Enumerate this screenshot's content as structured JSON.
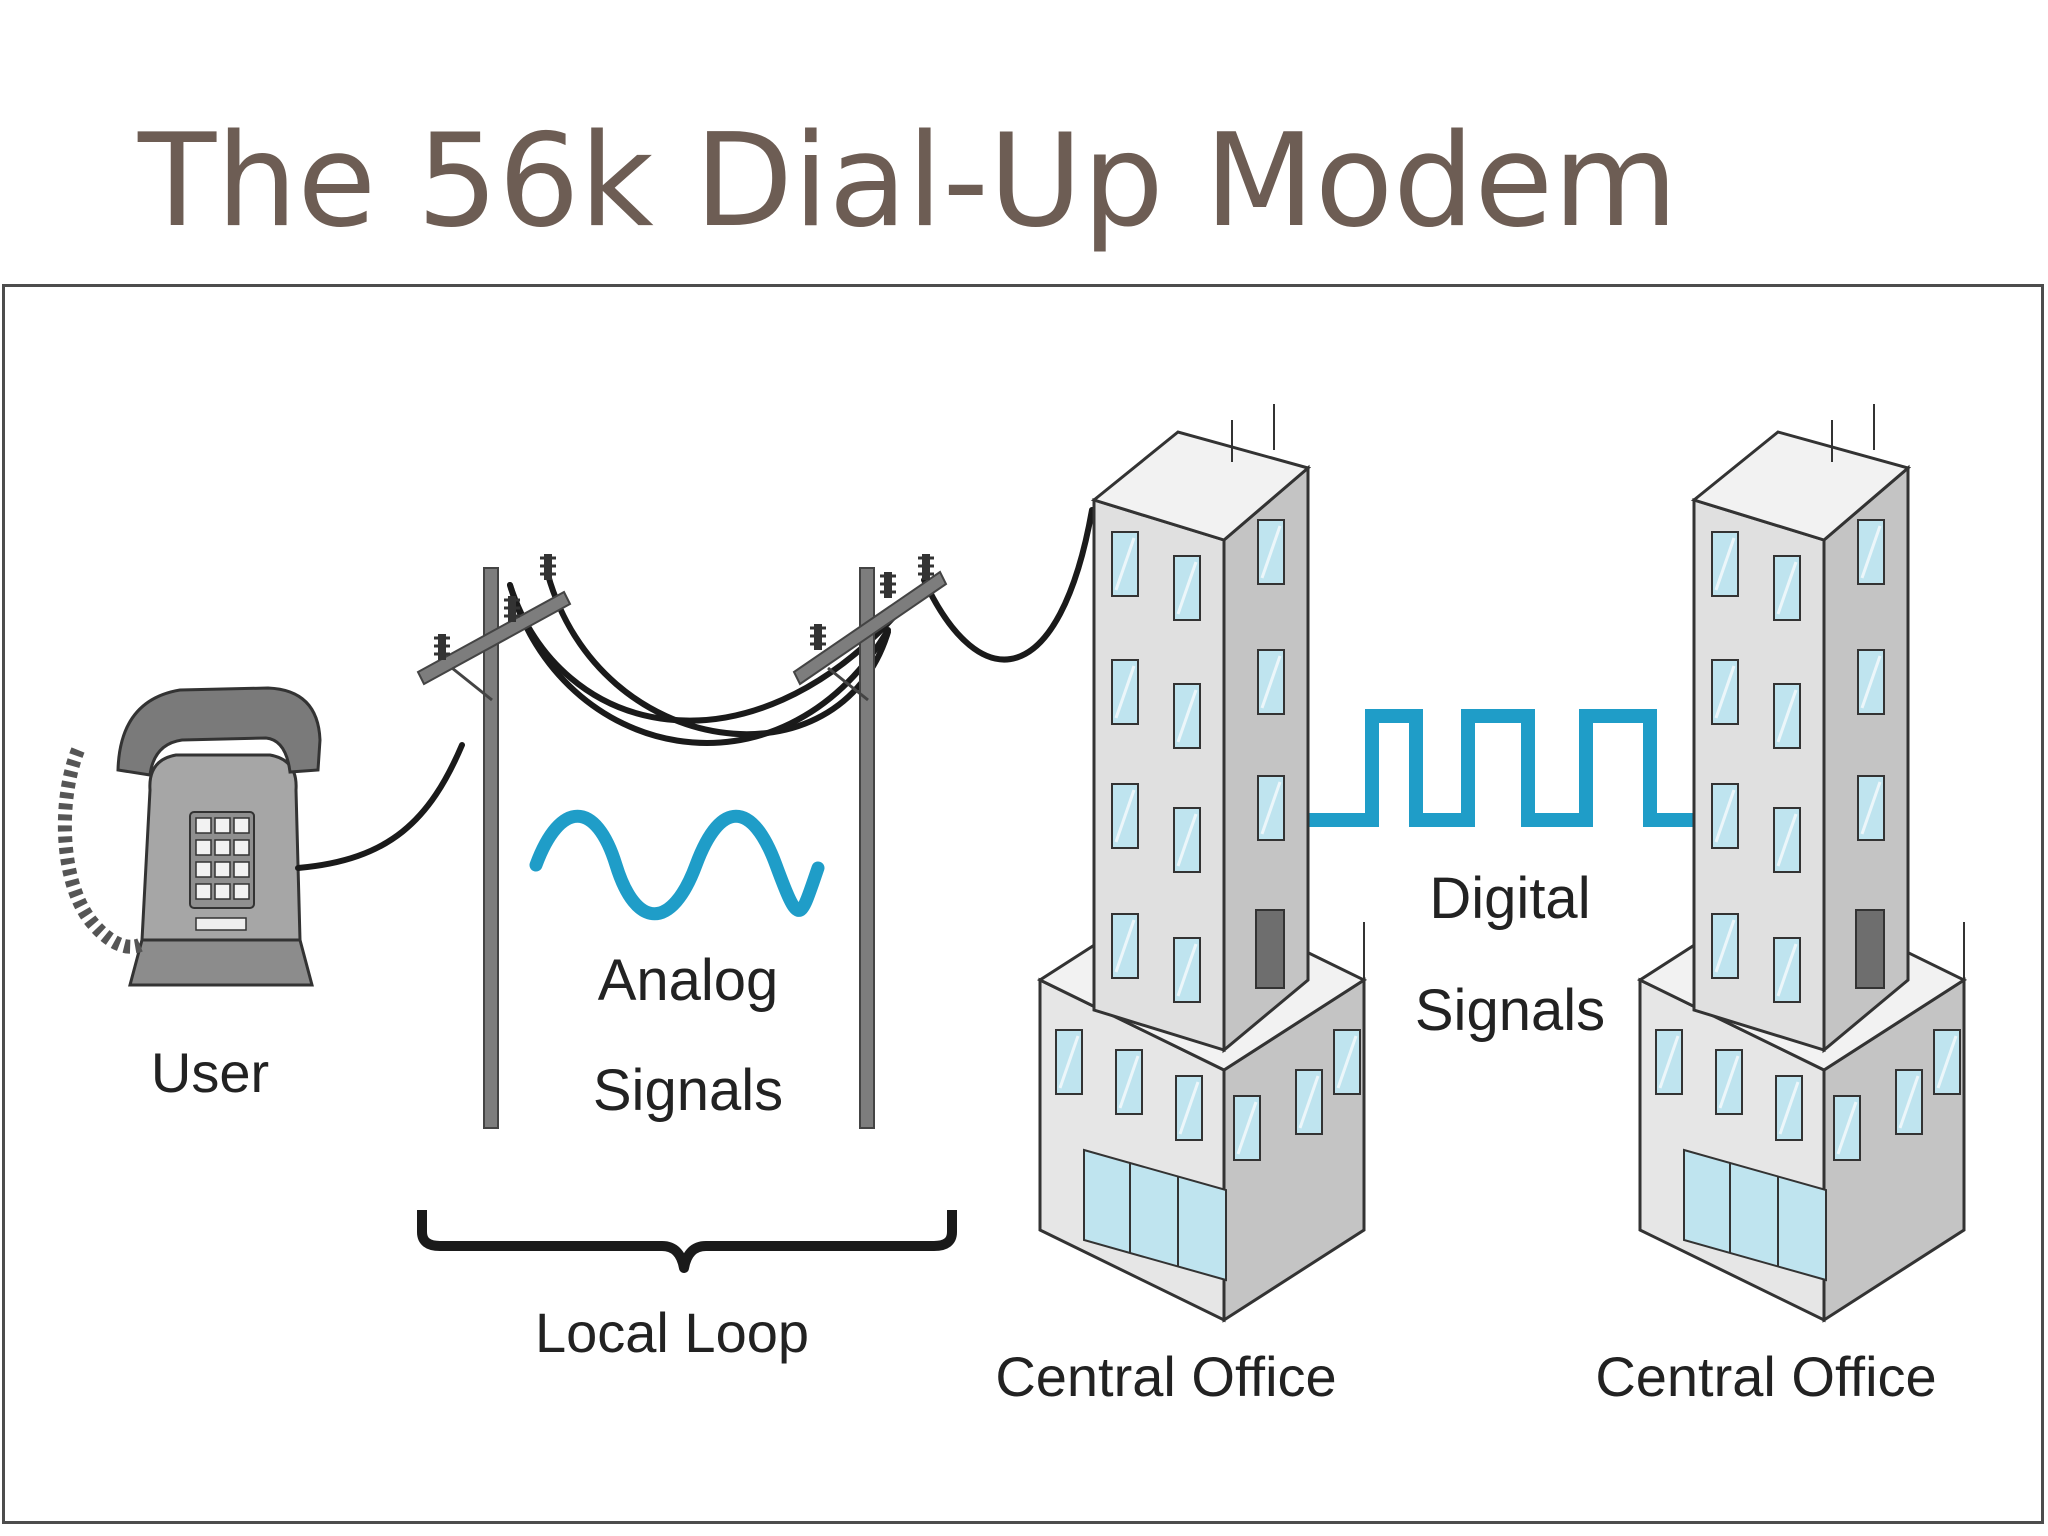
{
  "title": "The 56k Dial-Up Modem",
  "labels": {
    "user": "User",
    "analog_line1": "Analog",
    "analog_line2": "Signals",
    "digital_line1": "Digital",
    "digital_line2": "Signals",
    "local_loop": "Local Loop",
    "central_office_1": "Central Office",
    "central_office_2": "Central Office"
  },
  "colors": {
    "title": "#6d5d54",
    "signal": "#1f9dc8",
    "window": "#bfe4ef",
    "building": "#dcdcdc",
    "wire": "#1a1a1a"
  },
  "icons": [
    "telephone-icon",
    "utility-pole-icon",
    "building-icon"
  ]
}
